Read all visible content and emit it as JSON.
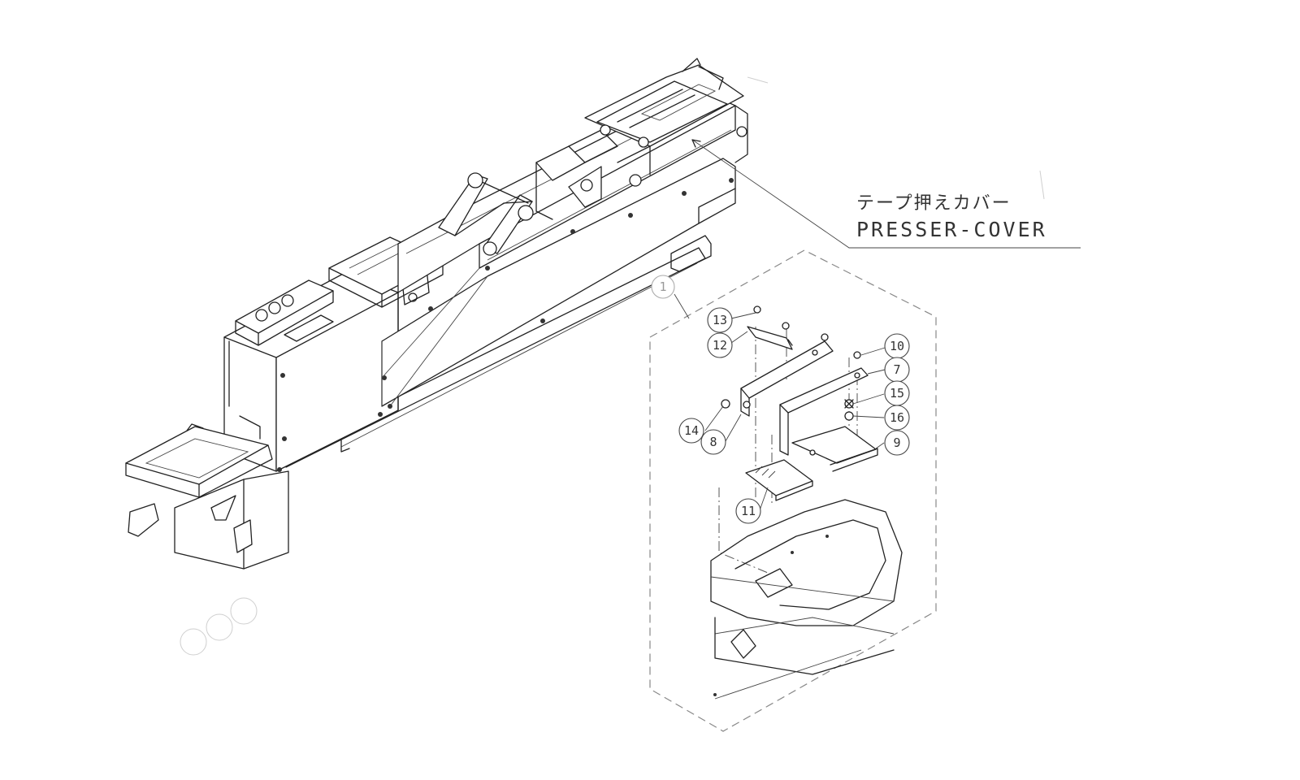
{
  "labels": {
    "jp": "テープ押えカバー",
    "en": "PRESSER-COVER"
  },
  "callouts": [
    {
      "id": "c1",
      "text": "1"
    },
    {
      "id": "c13",
      "text": "13"
    },
    {
      "id": "c12",
      "text": "12"
    },
    {
      "id": "c10",
      "text": "10"
    },
    {
      "id": "c7",
      "text": "7"
    },
    {
      "id": "c15",
      "text": "15"
    },
    {
      "id": "c16",
      "text": "16"
    },
    {
      "id": "c9",
      "text": "9"
    },
    {
      "id": "c14",
      "text": "14"
    },
    {
      "id": "c8",
      "text": "8"
    },
    {
      "id": "c11",
      "text": "11"
    }
  ]
}
